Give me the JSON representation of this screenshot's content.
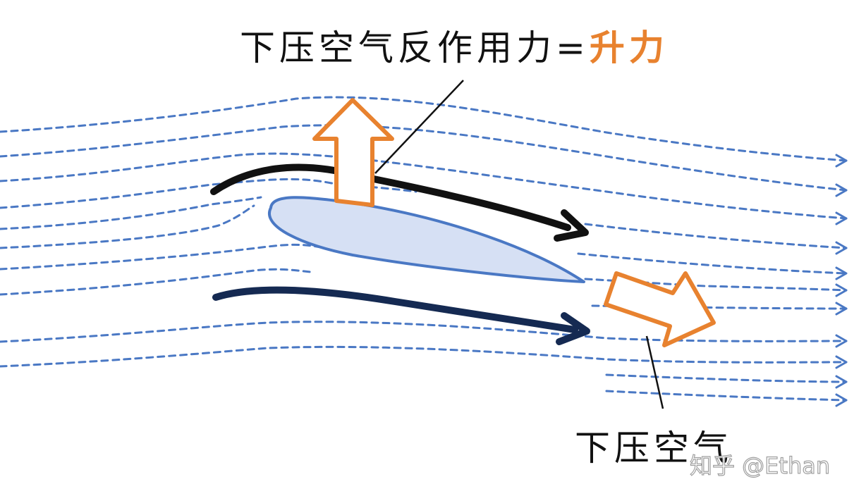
{
  "title": {
    "text_main": "下压空气反作用力=",
    "text_accent": "升力"
  },
  "labels": {
    "downwash": "下压空气"
  },
  "watermark": {
    "text": "知乎 @Ethan"
  },
  "colors": {
    "streamline": "#4A78C4",
    "airfoil_fill": "#D6E0F4",
    "airfoil_stroke": "#4A78C4",
    "upper_flow_arrow": "#111111",
    "lower_flow_arrow": "#152A52",
    "force_arrow_stroke": "#E8822F",
    "force_arrow_fill": "#ffffff",
    "leader_line": "#111111",
    "accent_text": "#E8822F"
  },
  "icons": {
    "lift_arrow": "up-arrow-icon",
    "downwash_arrow": "right-down-arrow-icon"
  }
}
